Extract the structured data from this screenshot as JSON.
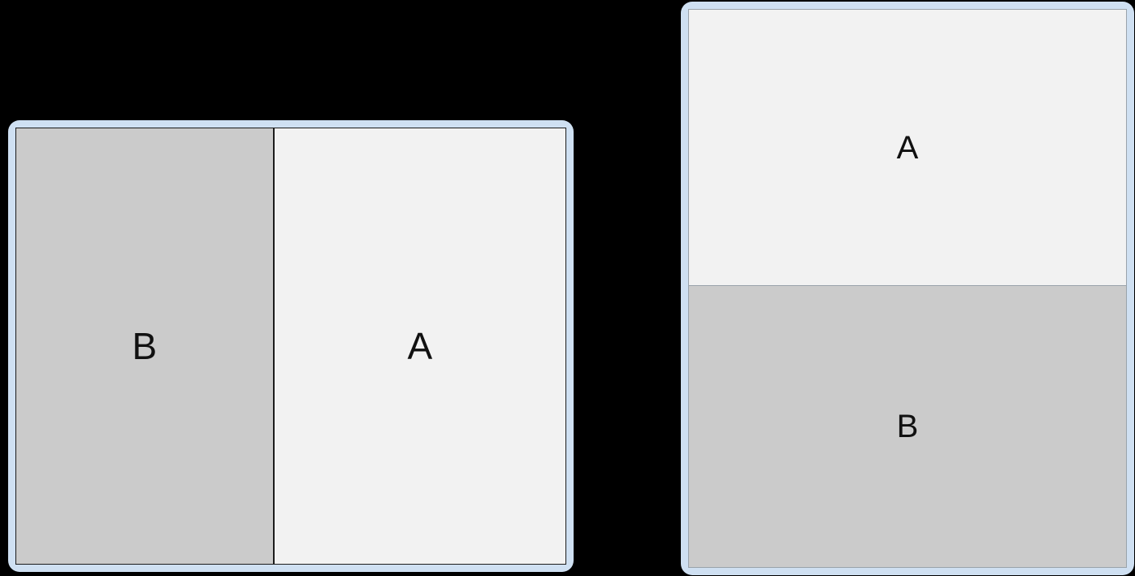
{
  "background_color": "#000000",
  "devices": [
    {
      "id": "left",
      "name": "landscape-device",
      "orientation": "landscape",
      "bezel_color": "#cfe0f2",
      "screen_border_color": "#1c1c1c",
      "split": "vertical",
      "panes": [
        {
          "label": "B",
          "role": "secondary-pane",
          "fill": "#cbcbcb"
        },
        {
          "label": "A",
          "role": "primary-pane",
          "fill": "#f2f2f2"
        }
      ]
    },
    {
      "id": "right",
      "name": "portrait-device",
      "orientation": "portrait",
      "bezel_color": "#cfe0f2",
      "screen_border_color": "#9aa3ab",
      "split": "horizontal",
      "panes": [
        {
          "label": "A",
          "role": "primary-pane",
          "fill": "#f2f2f2"
        },
        {
          "label": "B",
          "role": "secondary-pane",
          "fill": "#cbcbcb"
        }
      ]
    }
  ]
}
